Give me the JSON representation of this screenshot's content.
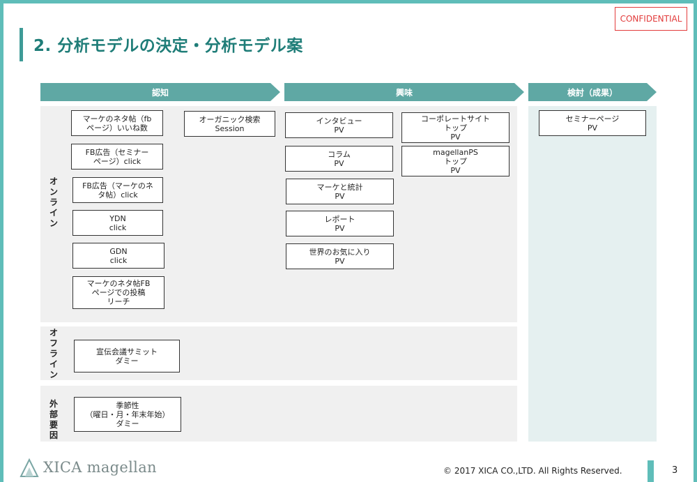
{
  "header": {
    "title": "2. 分析モデルの決定・分析モデル案",
    "confidential": "CONFIDENTIAL"
  },
  "stages": [
    {
      "label": "認知"
    },
    {
      "label": "興味"
    },
    {
      "label": "検討（成果）"
    }
  ],
  "rows": {
    "online": "オンライン",
    "offline": "オフライン",
    "external": "外部要因"
  },
  "boxes": {
    "awareness": [
      "マーケのネタ帖（fb\nページ）いいね数",
      "FB広告（セミナー\nページ）click",
      "FB広告（マーケのネ\nタ帖）click",
      "YDN\nclick",
      "GDN\nclick",
      "マーケのネタ帖FB\nページでの投稿\nリーチ"
    ],
    "organic": "オーガニック検索\nSession",
    "interest_left": [
      "インタビュー\nPV",
      "コラム\nPV",
      "マーケと統計\nPV",
      "レポート\nPV",
      "世界のお気に入り\nPV"
    ],
    "interest_right": [
      "コーポレートサイト\nトップ\nPV",
      "magellanPS\nトップ\nPV"
    ],
    "consider": "セミナーページ\nPV",
    "offline": "宣伝会議サミット\nダミー",
    "external": "季節性\n（曜日・月・年末年始）\nダミー"
  },
  "footer": {
    "logo": "XICA magellan",
    "copyright": "© 2017 XICA CO.,LTD. All Rights Reserved.",
    "page": "3"
  },
  "colors": {
    "teal": "#5fbdb9",
    "title": "#1f7d78",
    "confidential": "#e23b3b"
  }
}
